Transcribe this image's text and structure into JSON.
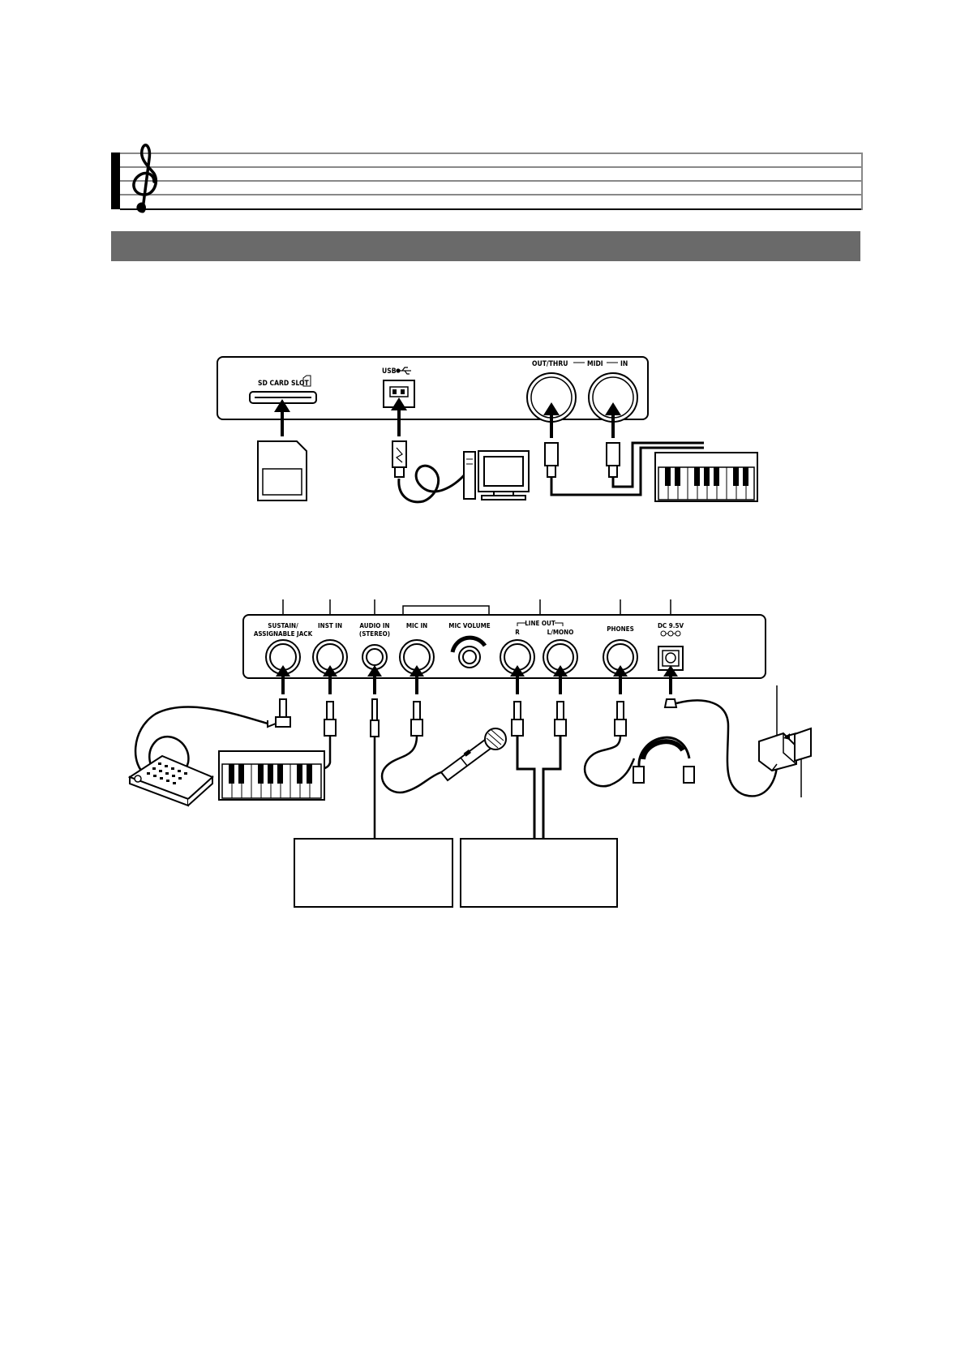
{
  "staff": {
    "clef_icon": "treble-clef-icon"
  },
  "top_panel": {
    "sd_card_slot": "SD CARD SLOT",
    "usb": "USB",
    "out_thru": "OUT/THRU",
    "midi": "MIDI",
    "in": "IN"
  },
  "bottom_panel": {
    "sustain_line1": "SUSTAIN/",
    "sustain_line2": "ASSIGNABLE JACK",
    "inst_in": "INST IN",
    "audio_in_line1": "AUDIO IN",
    "audio_in_line2": "(STEREO)",
    "mic_in": "MIC IN",
    "mic_volume": "MIC VOLUME",
    "line_out": "LINE OUT",
    "r": "R",
    "l_mono": "L/MONO",
    "phones": "PHONES",
    "dc": "DC 9.5V"
  },
  "icons": {
    "sd_card": "sd-card-icon",
    "usb_symbol": "usb-icon",
    "computer": "computer-icon",
    "midi_keyboard": "midi-keyboard-icon",
    "pedal": "pedal-icon",
    "keyboard": "keyboard-icon",
    "microphone": "microphone-icon",
    "headphones": "headphones-icon",
    "ac_adaptor": "ac-adaptor-icon",
    "wall_outlet": "wall-outlet-icon"
  }
}
